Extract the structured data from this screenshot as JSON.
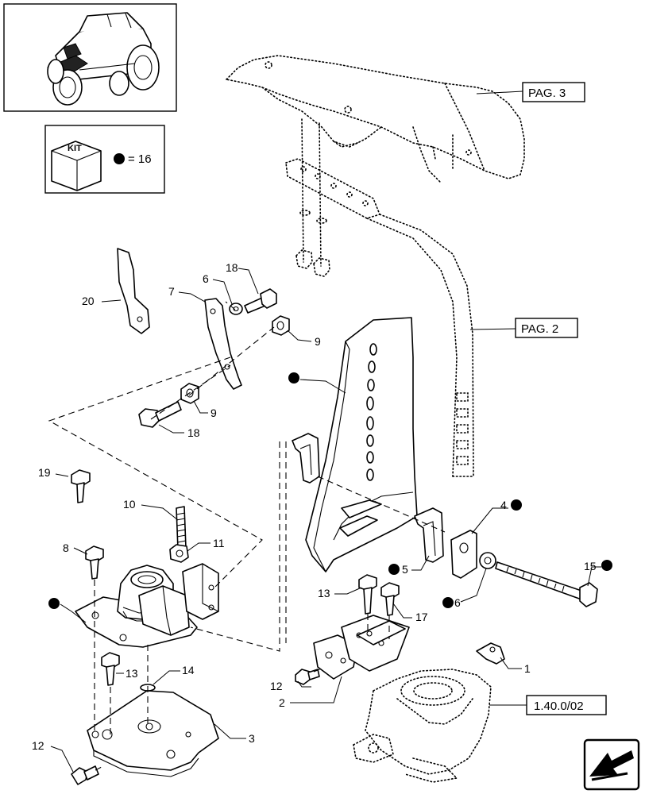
{
  "kit": {
    "label": "KIT",
    "equals": "= 16"
  },
  "references": [
    {
      "id": "ref-pag3",
      "text": "PAG. 3"
    },
    {
      "id": "ref-pag2",
      "text": "PAG. 2"
    },
    {
      "id": "ref-14002",
      "text": "1.40.0/02"
    }
  ],
  "callouts": [
    {
      "id": "c20",
      "text": "20"
    },
    {
      "id": "c7",
      "text": "7"
    },
    {
      "id": "c6a",
      "text": "6"
    },
    {
      "id": "c18a",
      "text": "18"
    },
    {
      "id": "c9a",
      "text": "9"
    },
    {
      "id": "c9b",
      "text": "9"
    },
    {
      "id": "c18b",
      "text": "18"
    },
    {
      "id": "c19",
      "text": "19"
    },
    {
      "id": "c10",
      "text": "10"
    },
    {
      "id": "c8",
      "text": "8"
    },
    {
      "id": "c11",
      "text": "11"
    },
    {
      "id": "c4",
      "text": "4"
    },
    {
      "id": "c5",
      "text": "5"
    },
    {
      "id": "c6b",
      "text": "6"
    },
    {
      "id": "c15",
      "text": "15"
    },
    {
      "id": "c13a",
      "text": "13"
    },
    {
      "id": "c17",
      "text": "17"
    },
    {
      "id": "c13b",
      "text": "13"
    },
    {
      "id": "c14",
      "text": "14"
    },
    {
      "id": "c12a",
      "text": "12"
    },
    {
      "id": "c2",
      "text": "2"
    },
    {
      "id": "c1",
      "text": "1"
    },
    {
      "id": "c3",
      "text": "3"
    },
    {
      "id": "c12b",
      "text": "12"
    }
  ]
}
